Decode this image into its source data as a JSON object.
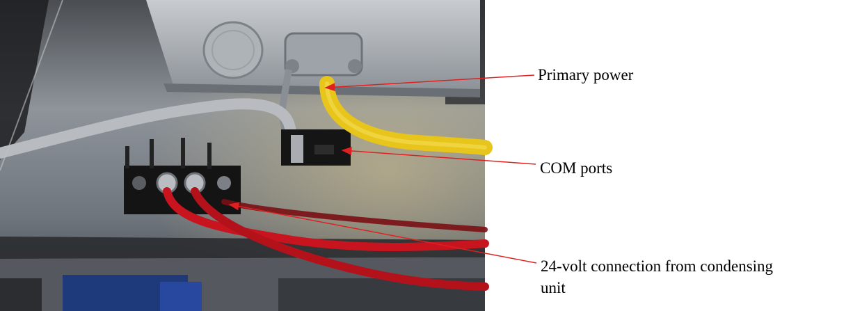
{
  "labels": {
    "primary_power": "Primary power",
    "com_ports": "COM ports",
    "volt_line1": "24-volt connection from condensing",
    "volt_line2": "unit"
  },
  "icons": {
    "photo": "control-box-wiring-photo",
    "arrow": "red-arrow-icon"
  },
  "colors": {
    "arrow": "#e02020",
    "cable_yellow": "#e8c51a",
    "wire_red": "#c8141e",
    "cable_gray": "#b8bcc0"
  }
}
